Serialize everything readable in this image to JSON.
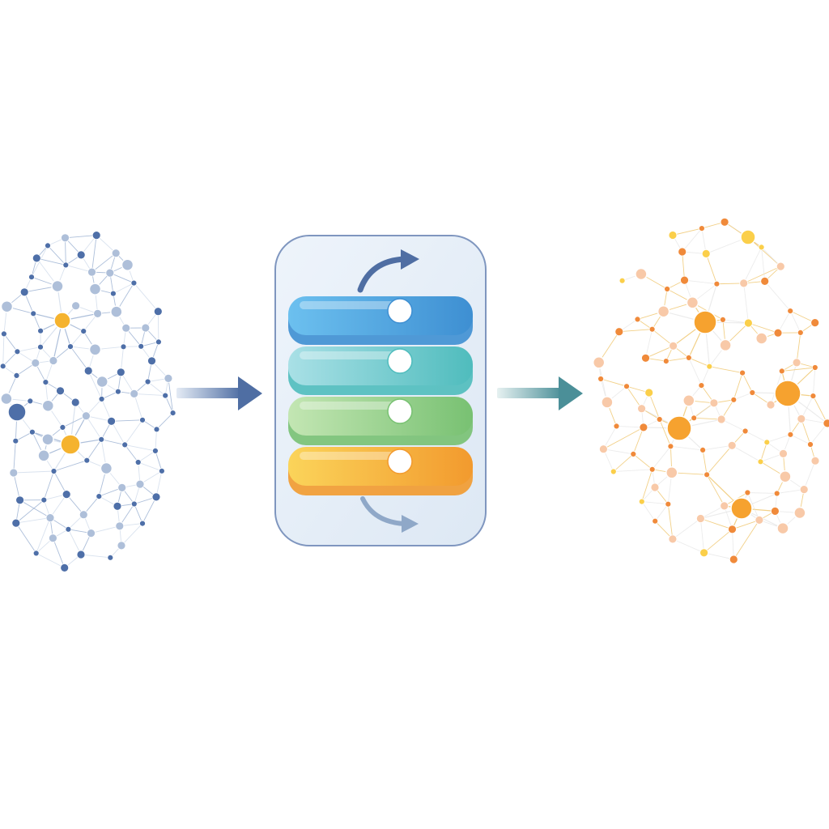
{
  "diagram": {
    "input_network": {
      "name": "input-graph",
      "edge_color": "#9fb4d4",
      "edge_color_faint": "#c9d6e8",
      "node_color": "#4e6fa8",
      "node_color_light": "#aebfd9",
      "hub_color": "#f5b32f"
    },
    "processor": {
      "name": "layer-stack",
      "frame_fill": "#e4eef8",
      "frame_stroke": "#7f96bf",
      "arrow_top_color": "#4f6ea3",
      "arrow_bottom_color": "#8fa8c8",
      "layers": [
        {
          "name": "blue-layer",
          "light": "#6cc0ef",
          "dark": "#3e8fd2"
        },
        {
          "name": "teal-layer",
          "light": "#a9e0e6",
          "dark": "#4fbcbd"
        },
        {
          "name": "green-layer",
          "light": "#c3e6b3",
          "dark": "#78c172"
        },
        {
          "name": "orange-layer",
          "light": "#fbd45a",
          "dark": "#f29a2e"
        }
      ],
      "knob_color": "#ffffff"
    },
    "connectors": [
      {
        "name": "input-to-stack-arrow",
        "from": "#e4ebf5",
        "to": "#4f6ea3"
      },
      {
        "name": "stack-to-output-arrow",
        "from": "#e6f1f1",
        "to": "#4b8f98"
      }
    ],
    "output_network": {
      "name": "output-graph",
      "edge_color": "#f0c873",
      "edge_color_faint": "#e4e4e4",
      "node_color": "#f08a3a",
      "node_color_light": "#f8c9a8",
      "hub_color": "#f6a22f",
      "accent_color": "#fbcf4a"
    }
  }
}
